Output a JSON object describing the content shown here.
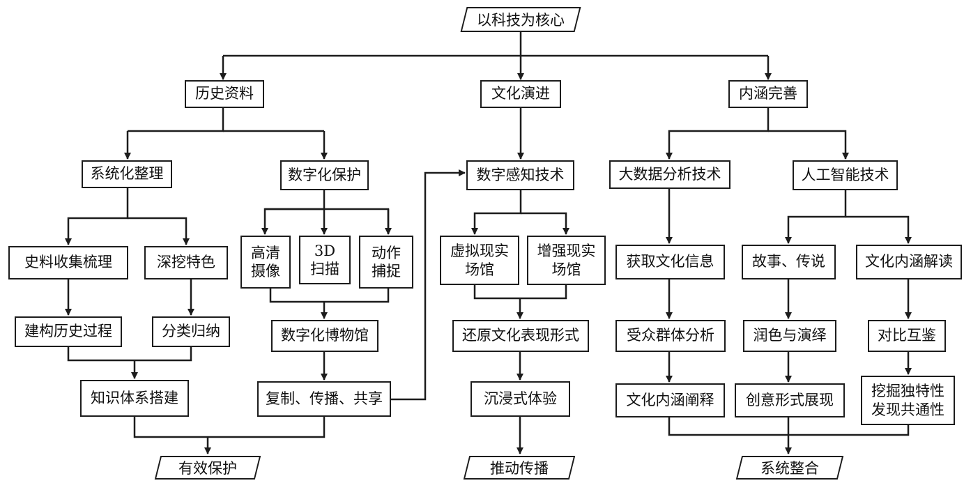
{
  "root": "以科技为核心",
  "branches": {
    "history": "历史资料",
    "culture": "文化演进",
    "content": "内涵完善"
  },
  "history": {
    "systematic": "系统化整理",
    "digital": "数字化保护",
    "collect": "史料收集梳理",
    "feature": "深挖特色",
    "construct": "建构历史过程",
    "classify": "分类归纳",
    "knowledge": "知识体系搭建",
    "hd_camera": [
      "高清",
      "摄像"
    ],
    "scan3d": [
      "3D",
      "扫描"
    ],
    "mocap": [
      "动作",
      "捕捉"
    ],
    "museum": "数字化博物馆",
    "share": "复制、传播、共享"
  },
  "culture": {
    "perception": "数字感知技术",
    "vr_hall": [
      "虚拟现实",
      "场馆"
    ],
    "ar_hall": [
      "增强现实",
      "场馆"
    ],
    "restore": "还原文化表现形式",
    "immersive": "沉浸式体验"
  },
  "content": {
    "bigdata": "大数据分析技术",
    "ai": "人工智能技术",
    "info": "获取文化信息",
    "audience": "受众群体分析",
    "interpret": "文化内涵阐释",
    "story": "故事、传说",
    "meaning": "文化内涵解读",
    "polish": "润色与演绎",
    "compare": "对比互鉴",
    "creative": "创意形式展现",
    "mine": [
      "挖掘独特性",
      "发现共通性"
    ]
  },
  "outcomes": {
    "protect": "有效保护",
    "spread": "推动传播",
    "integrate": "系统整合"
  }
}
